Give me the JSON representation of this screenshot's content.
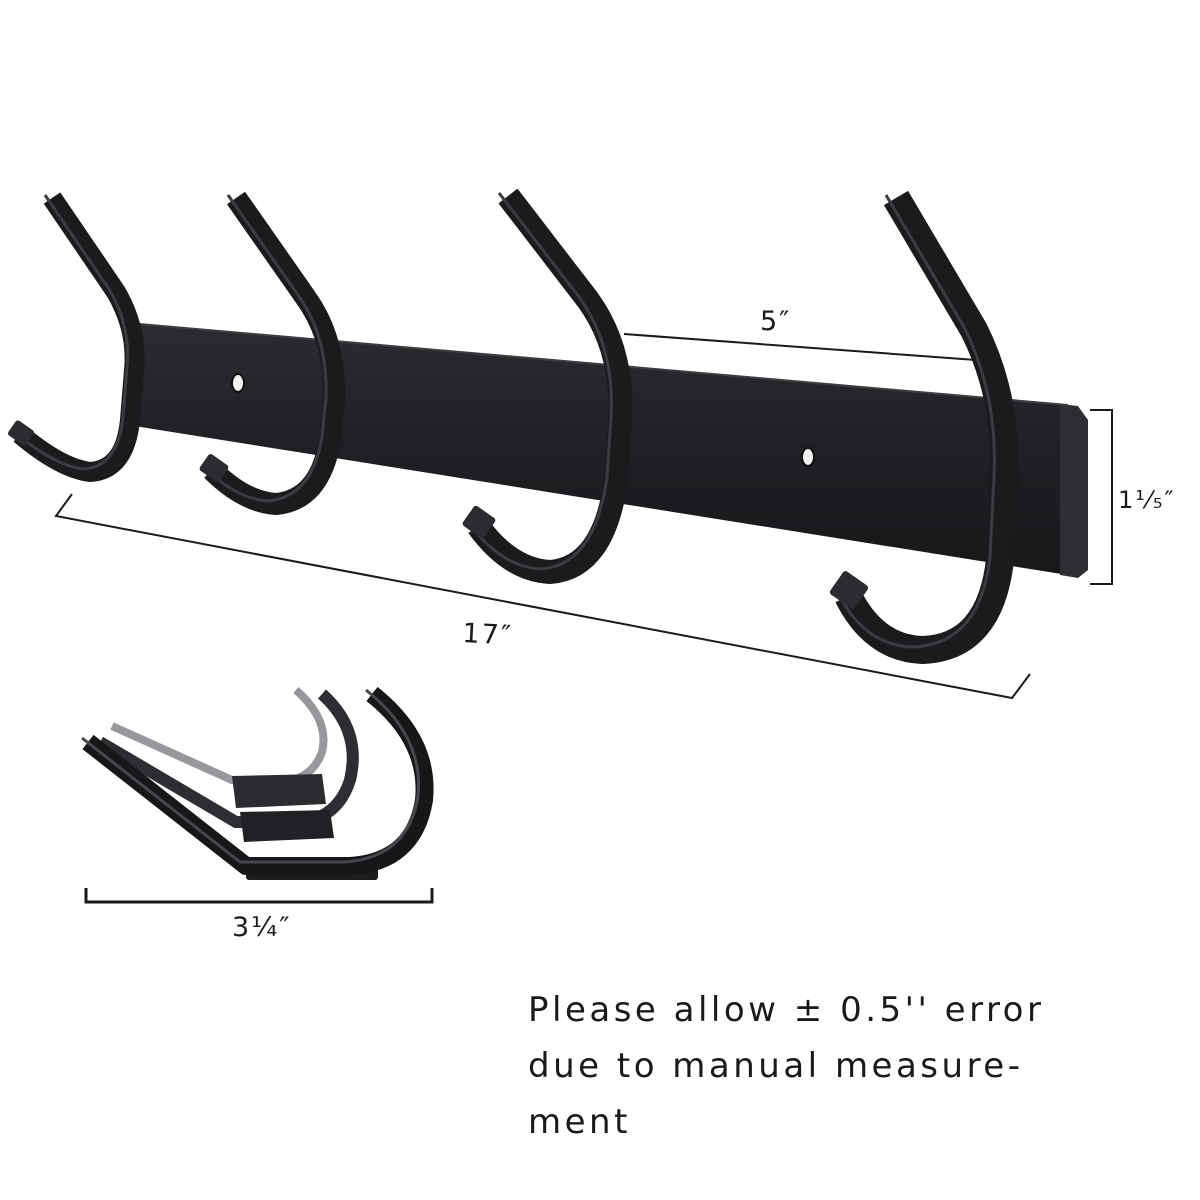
{
  "dimensions": {
    "length": "17″",
    "hook_spacing": "5″",
    "height": "1¹⁄₅″",
    "depth": "3¼″"
  },
  "note": {
    "line1": "Please allow ± 0.5'' error",
    "line2": "due to manual measure-",
    "line3": "ment"
  },
  "colors": {
    "metal": "#1c1d1f",
    "metal_shade": "#2c2e31",
    "metal_highlight": "#4a4c50",
    "line": "#1a1a1a",
    "background": "#ffffff"
  }
}
